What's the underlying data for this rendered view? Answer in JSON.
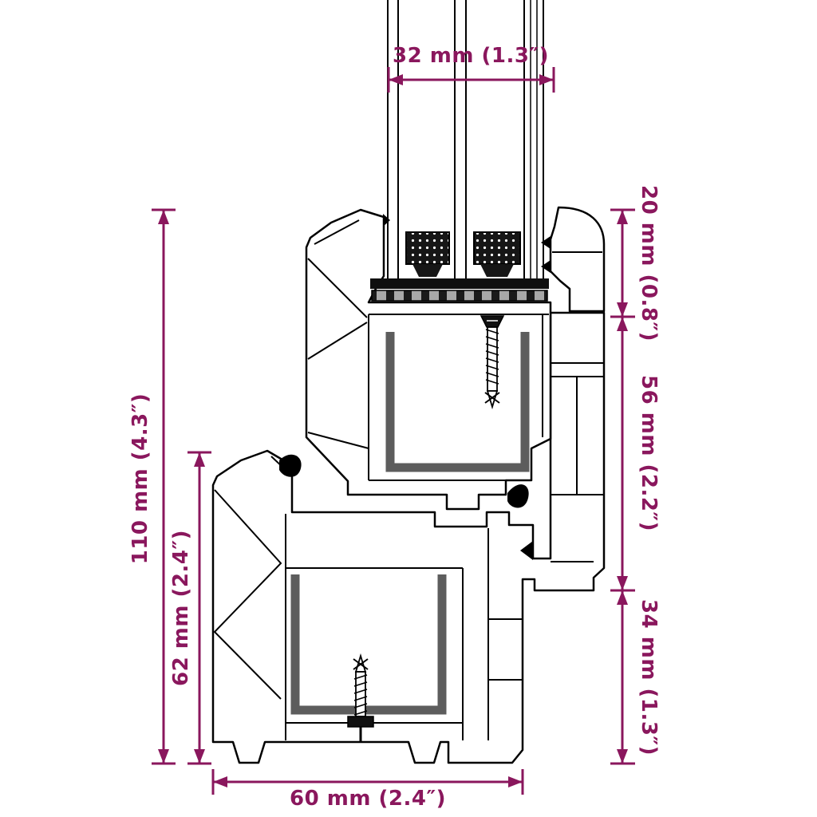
{
  "diagram": {
    "kind": "window-profile-cross-section",
    "colors": {
      "dimension": "#8A175D",
      "outline": "#000000",
      "steel": "#5D5D5D",
      "background": "#FFFFFF"
    },
    "labels": {
      "glass_width": "32 mm (1.3″)",
      "total_height": "110 mm (4.3″)",
      "frame_visible_height": "62 mm (2.4″)",
      "top_section": "20 mm (0.8″)",
      "middle_section": "56 mm (2.2″)",
      "bottom_section": "34 mm (1.3″)",
      "profile_depth": "60 mm (2.4″)"
    }
  }
}
